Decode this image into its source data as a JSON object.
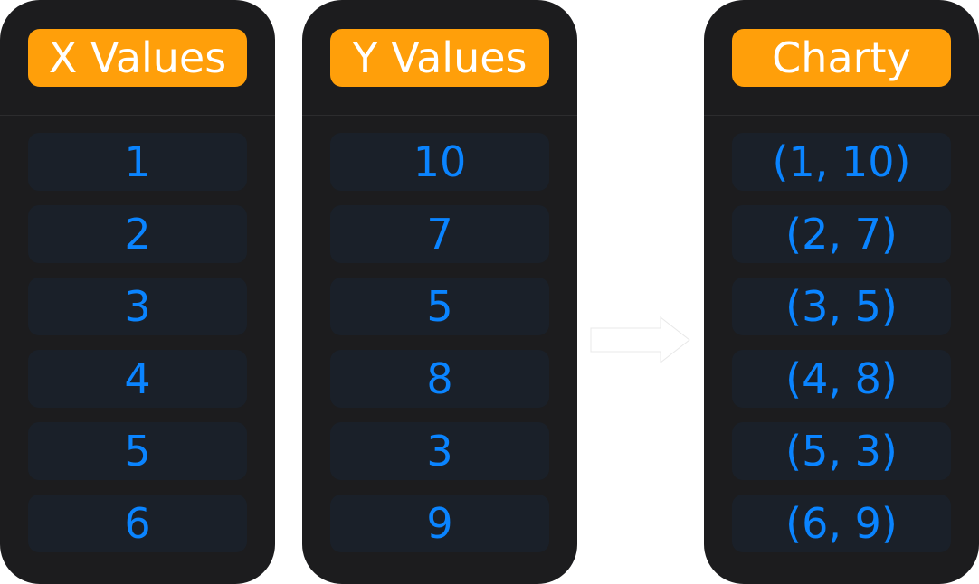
{
  "columns": [
    {
      "header": "X Values",
      "values": [
        "1",
        "2",
        "3",
        "4",
        "5",
        "6"
      ]
    },
    {
      "header": "Y Values",
      "values": [
        "10",
        "7",
        "5",
        "8",
        "3",
        "9"
      ]
    },
    {
      "header": "Charty",
      "values": [
        "(1, 10)",
        "(2, 7)",
        "(3, 5)",
        "(4, 8)",
        "(5, 3)",
        "(6, 9)"
      ]
    }
  ],
  "colors": {
    "panel_background": "#1c1c1e",
    "header_accent": "#ff9f0a",
    "value_text": "#0a84ff",
    "cell_background": "#1a2029"
  },
  "icons": {
    "arrow": "right-arrow-icon"
  }
}
